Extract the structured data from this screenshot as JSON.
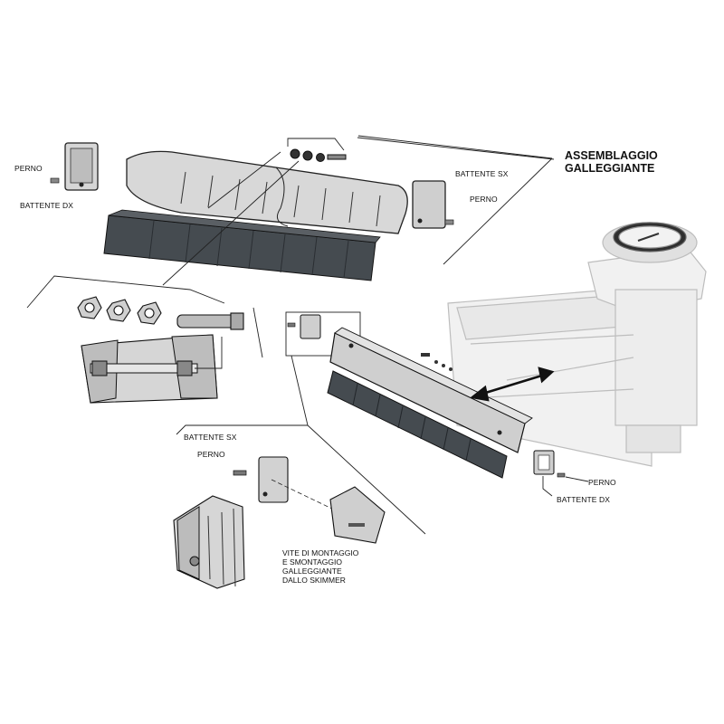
{
  "title_line1": "ASSEMBLAGGIO",
  "title_line2": "GALLEGGIANTE",
  "labels": {
    "perno_top_left": "PERNO",
    "battente_dx_top_left": "BATTENTE DX",
    "battente_sx_top_right": "BATTENTE SX",
    "perno_top_right": "PERNO",
    "battente_sx_bottom": "BATTENTE SX",
    "perno_bottom": "PERNO",
    "perno_right": "PERNO",
    "battente_dx_right": "BATTENTE DX"
  },
  "screw_note": [
    "VITE DI MONTAGGIO",
    "E SMONTAGGIO",
    "GALLEGGIANTE",
    "DALLO SKIMMER"
  ],
  "colors": {
    "line": "#222222",
    "part": "#d9d9d9",
    "dark": "#4a4a4a",
    "foam": "#444a4f",
    "ghost": "#c8c8c8"
  }
}
